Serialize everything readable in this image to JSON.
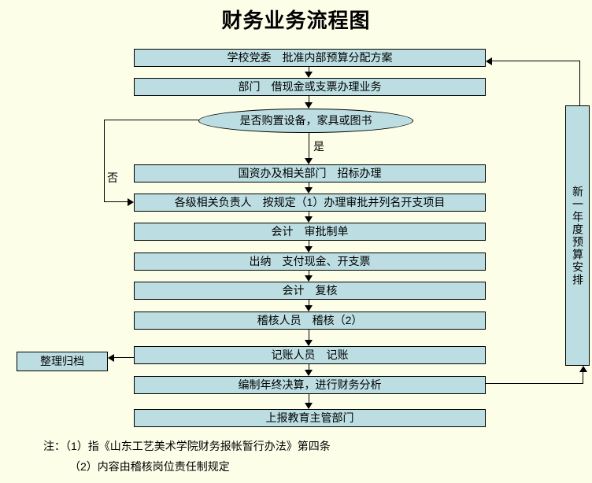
{
  "title": "财务业务流程图",
  "colors": {
    "background": "#FCFEE8",
    "box_fill": "#BCDEE2",
    "border": "#000000"
  },
  "flow": {
    "boxes": [
      {
        "label": "学校党委　批准内部预算分配方案"
      },
      {
        "label": "部门　借现金或支票办理业务"
      },
      {
        "label": "国资办及相关部门　招标办理"
      },
      {
        "label": "各级相关负责人　按规定（1）办理审批并列名开支项目"
      },
      {
        "label": "会计　审批制单"
      },
      {
        "label": "出纳　支付现金、开支票"
      },
      {
        "label": "会计　复核"
      },
      {
        "label": "稽核人员　稽核（2）"
      },
      {
        "label": "记账人员　记账"
      },
      {
        "label": "编制年终决算，进行财务分析"
      },
      {
        "label": "上报教育主管部门"
      }
    ],
    "decision_label": "是否购置设备，家具或图书",
    "yes_label": "是",
    "no_label": "否",
    "archive_label": "整理归档",
    "budget_label": "新一年度预算安排"
  },
  "notes": {
    "line1": "注：（1）指《山东工艺美术学院财务报帐暂行办法》第四条",
    "line2": "（2）内容由稽核岗位责任制规定"
  }
}
